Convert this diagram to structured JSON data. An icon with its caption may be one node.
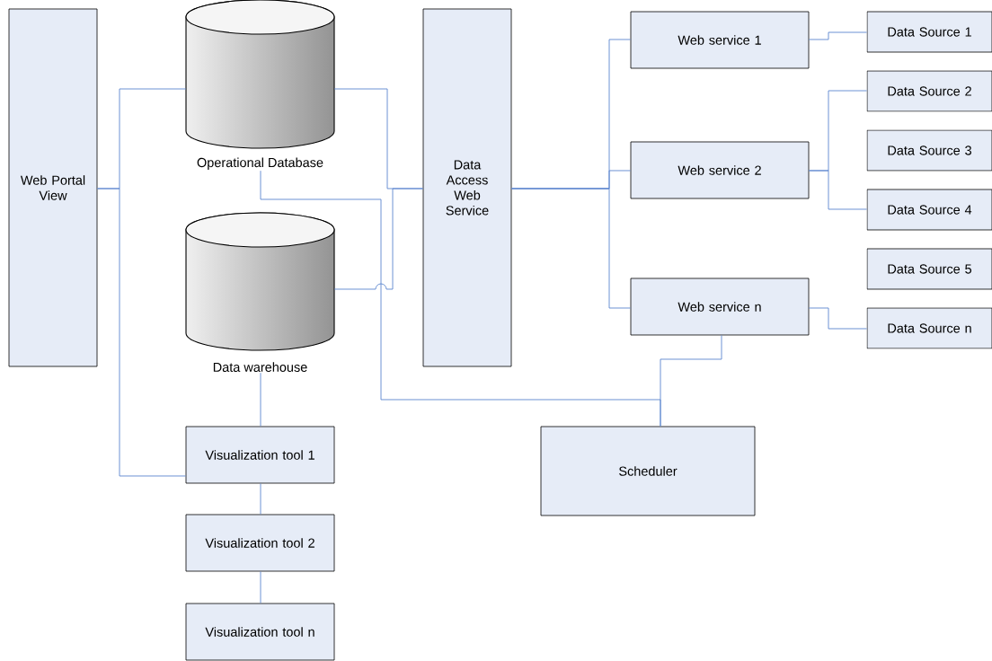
{
  "diagram": {
    "nodes": [
      {
        "text": [
          "Web Portal View"
        ]
      },
      {
        "text": [
          "Operational Database"
        ]
      },
      {
        "text": [
          "Data warehouse"
        ]
      },
      {
        "text": [
          "Data Access Web Service"
        ]
      },
      {
        "text": [
          "Web service 1"
        ]
      },
      {
        "text": [
          "Web service 2"
        ]
      },
      {
        "text": [
          "Web service n"
        ]
      },
      {
        "text": [
          "Data Source 1"
        ]
      },
      {
        "text": [
          "Data Source 2"
        ]
      },
      {
        "text": [
          "Data Source 3"
        ]
      },
      {
        "text": [
          "Data Source 4"
        ]
      },
      {
        "text": [
          "Data Source 5"
        ]
      },
      {
        "text": [
          "Data Source n"
        ]
      },
      {
        "text": [
          "Visualization tool 1"
        ]
      },
      {
        "text": [
          "Visualization tool 2"
        ]
      },
      {
        "text": [
          "Visualization tool n"
        ]
      },
      {
        "text": [
          "Scheduler"
        ]
      }
    ],
    "edges": [
      {
        "from": 0,
        "to": 1,
        "arrow": "none"
      },
      {
        "from": 0,
        "to": 13,
        "arrow": "none"
      },
      {
        "from": 1,
        "to": 3,
        "arrow": "none"
      },
      {
        "from": 2,
        "to": 3,
        "arrow": "none"
      },
      {
        "from": 1,
        "to": 16,
        "arrow": "none"
      },
      {
        "from": 6,
        "to": 16,
        "arrow": "none"
      },
      {
        "from": 2,
        "to": 13,
        "arrow": "none"
      },
      {
        "from": 13,
        "to": 14,
        "arrow": "none"
      },
      {
        "from": 14,
        "to": 15,
        "arrow": "none"
      },
      {
        "from": 3,
        "to": 4,
        "arrow": "none"
      },
      {
        "from": 3,
        "to": 5,
        "arrow": "none"
      },
      {
        "from": 3,
        "to": 6,
        "arrow": "none"
      },
      {
        "from": 4,
        "to": 7,
        "arrow": "none"
      },
      {
        "from": 5,
        "to": 8,
        "arrow": "none"
      },
      {
        "from": 5,
        "to": 10,
        "arrow": "none"
      },
      {
        "from": 6,
        "to": 12,
        "arrow": "none"
      }
    ]
  }
}
